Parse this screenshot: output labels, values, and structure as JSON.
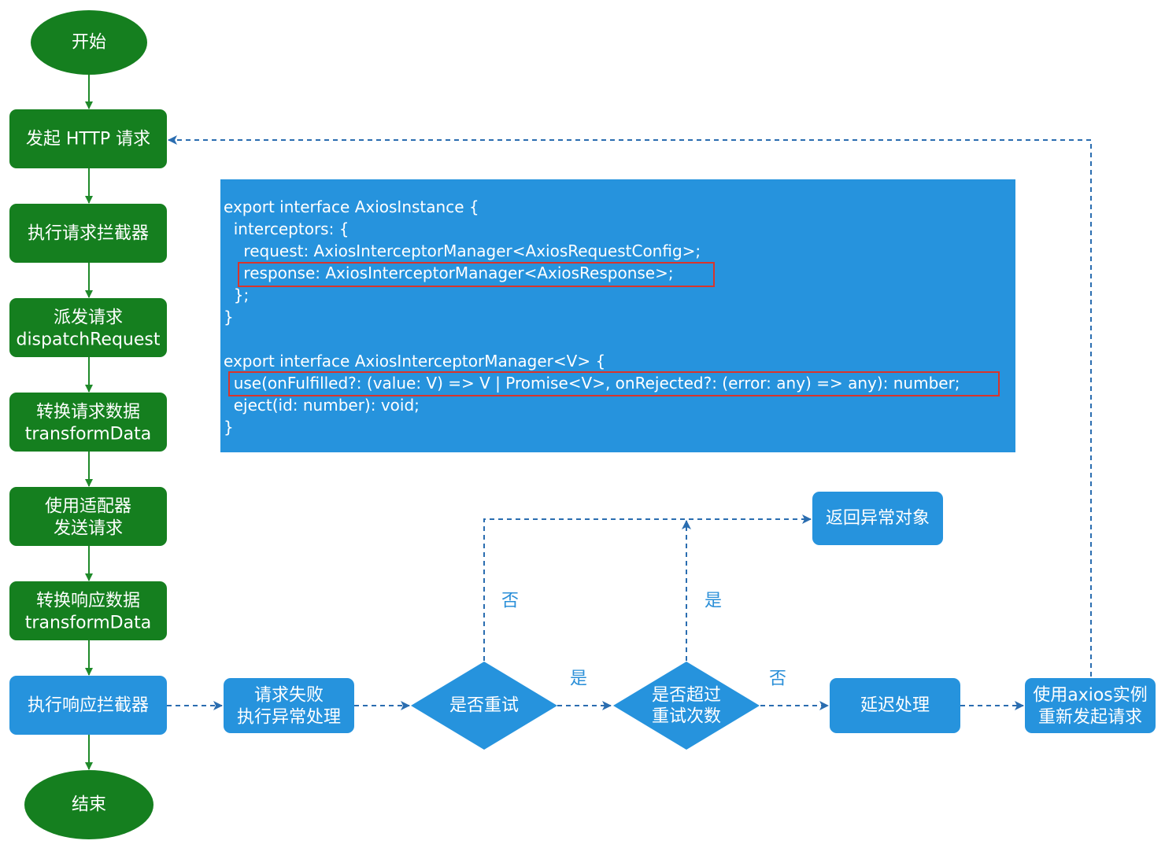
{
  "colors": {
    "green": "#157f1f",
    "blue": "#2693dd",
    "arrow_green": "#1f8a2a",
    "arrow_blue": "#2a6db0",
    "highlight": "#d9342b"
  },
  "nodes": {
    "start": "开始",
    "http": "发起 HTTP 请求",
    "req_interceptor": "执行请求拦截器",
    "dispatch": [
      "派发请求",
      "dispatchRequest"
    ],
    "transform_req": [
      "转换请求数据",
      "transformData"
    ],
    "adapter": [
      "使用适配器",
      "发送请求"
    ],
    "transform_res": [
      "转换响应数据",
      "transformData"
    ],
    "res_interceptor": "执行响应拦截器",
    "end": "结束",
    "fail": [
      "请求失败",
      "执行异常处理"
    ],
    "retry_q": "是否重试",
    "exceed_q": [
      "是否超过",
      "重试次数"
    ],
    "delay": "延迟处理",
    "resend": [
      "使用axios实例",
      "重新发起请求"
    ],
    "return_err": "返回异常对象"
  },
  "edge_labels": {
    "retry_no": "否",
    "retry_yes": "是",
    "exceed_yes": "是",
    "exceed_no": "否"
  },
  "code": [
    "export interface AxiosInstance {",
    "  interceptors: {",
    "    request: AxiosInterceptorManager<AxiosRequestConfig>;",
    "    response: AxiosInterceptorManager<AxiosResponse>;",
    "  };",
    "}",
    "",
    "export interface AxiosInterceptorManager<V> {",
    "  use(onFulfilled?: (value: V) => V | Promise<V>, onRejected?: (error: any) => any): number;",
    "  eject(id: number): void;",
    "}"
  ]
}
